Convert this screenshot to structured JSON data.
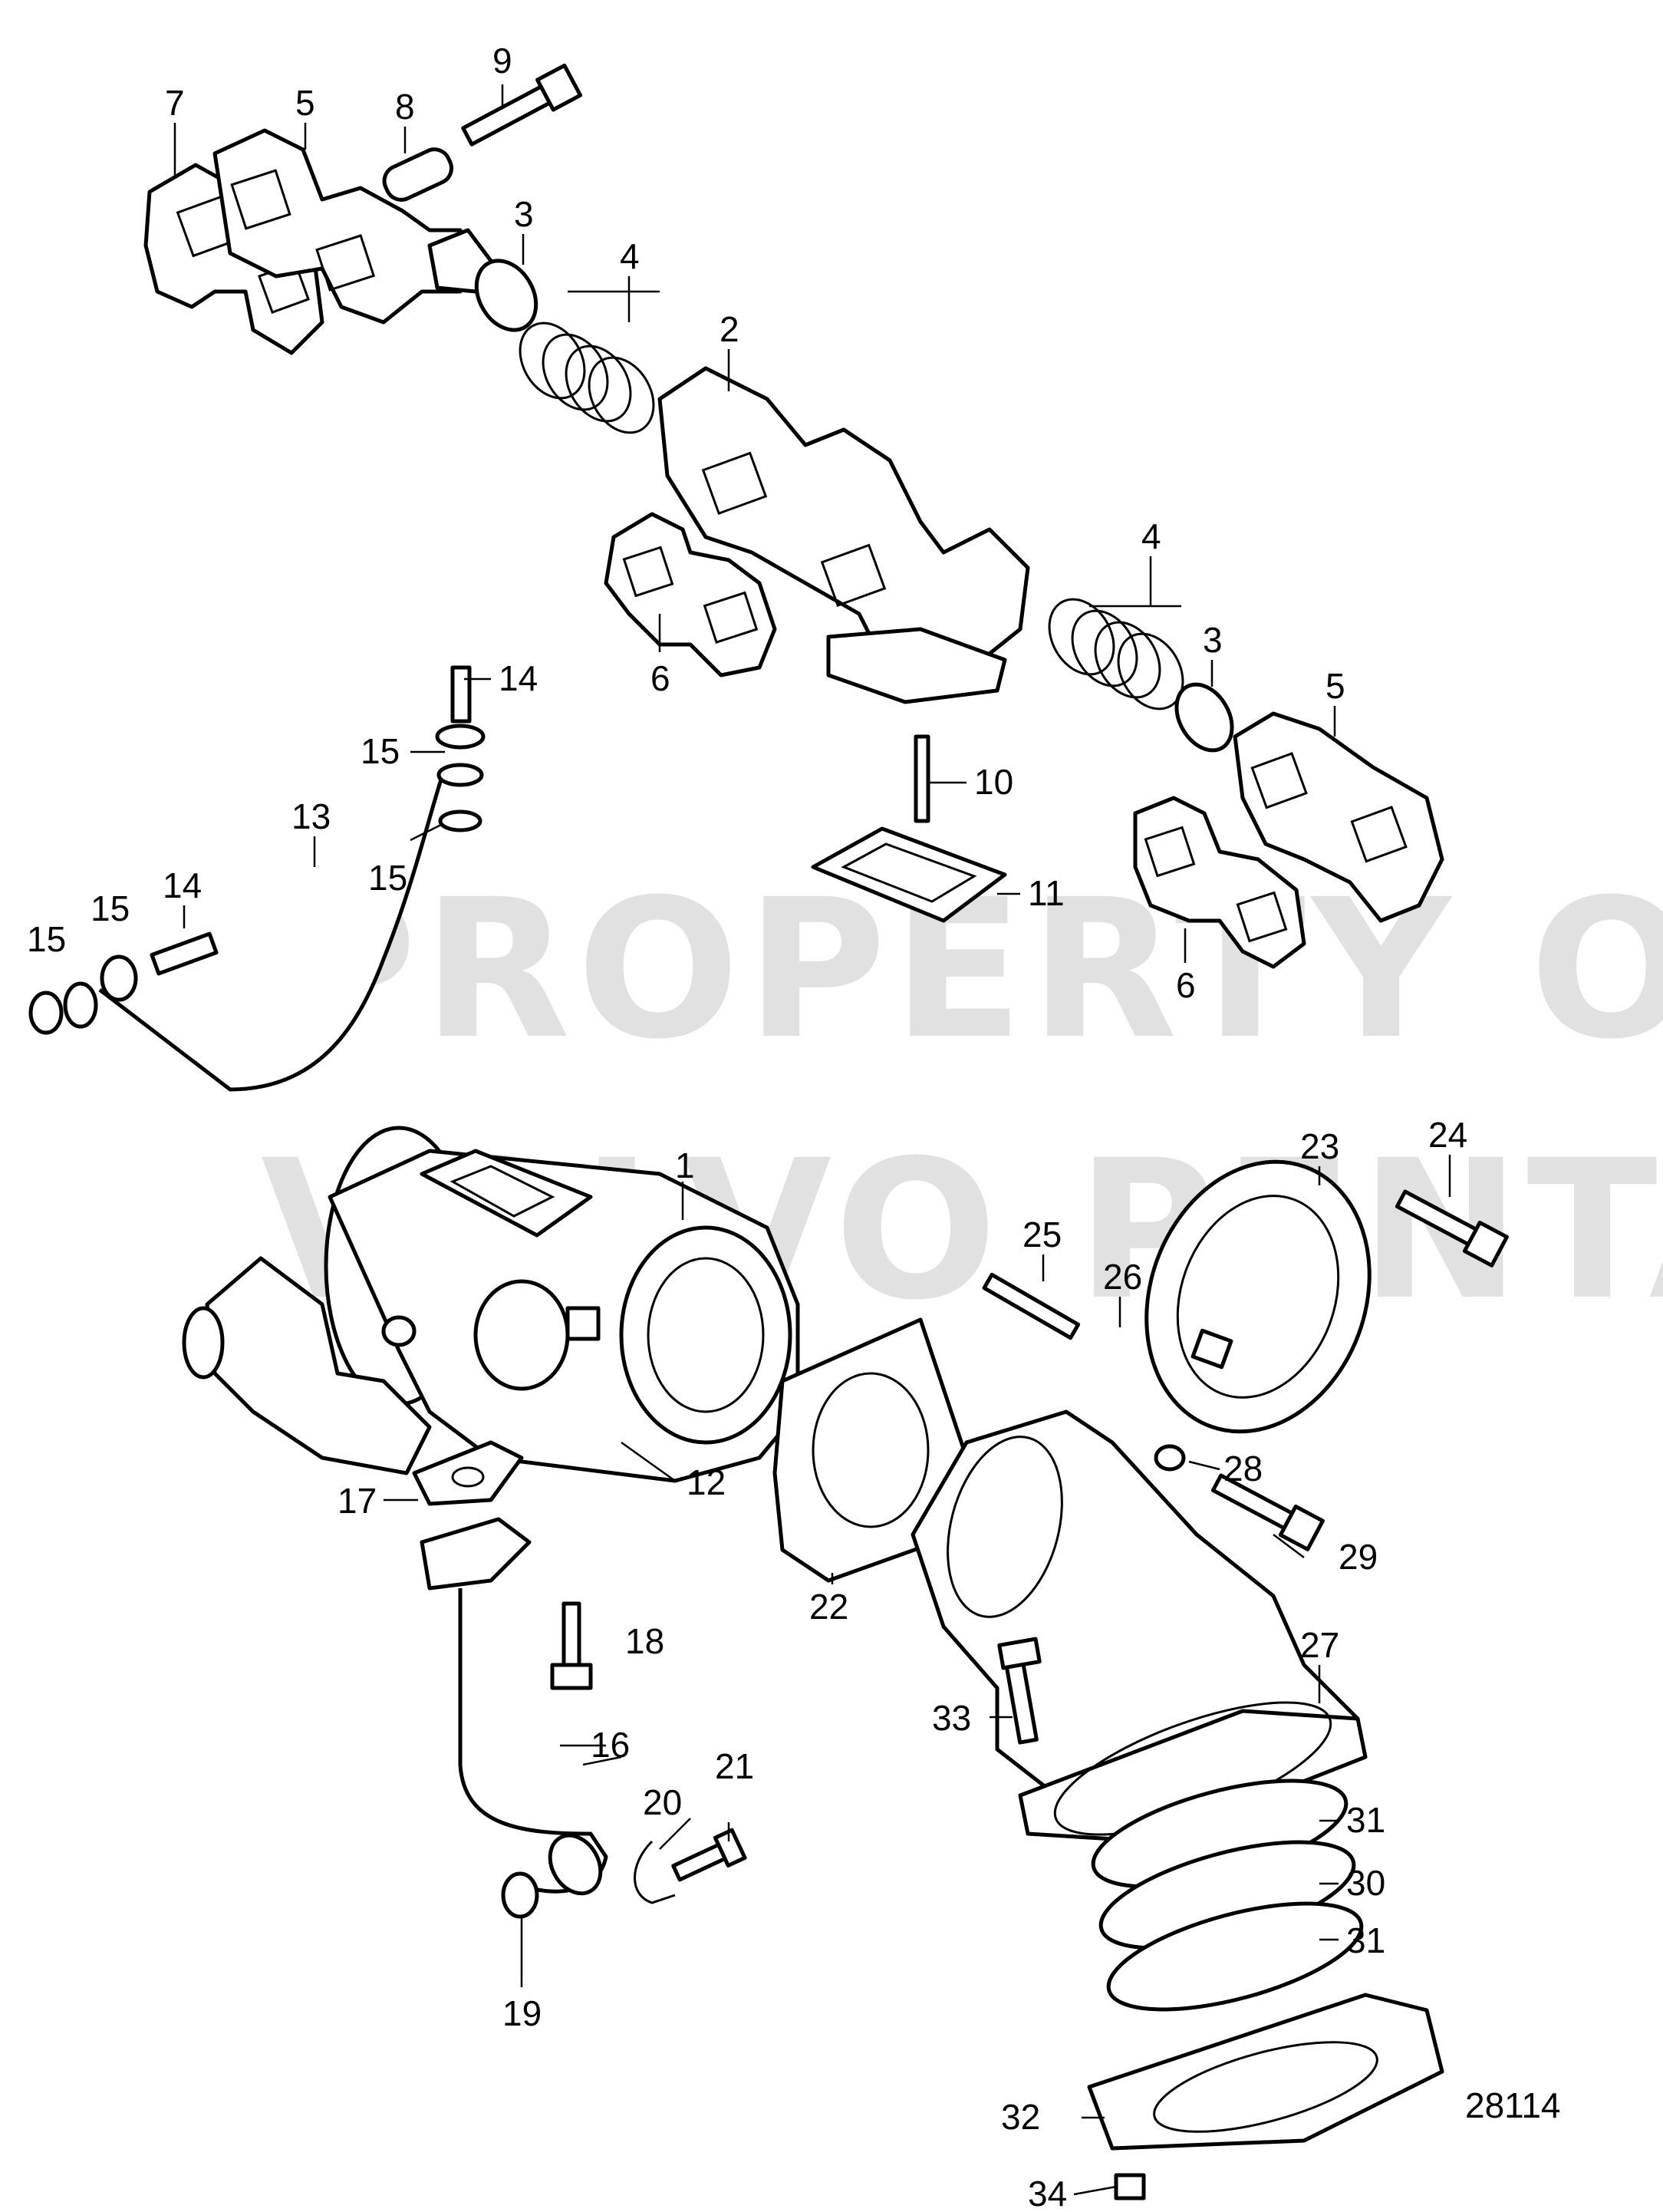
{
  "watermark": {
    "line1": "PROPERTY OF",
    "line2": "VOLVO PENTA"
  },
  "figure_number": "28114",
  "callouts": [
    {
      "id": "c1",
      "label": "1"
    },
    {
      "id": "c2",
      "label": "2"
    },
    {
      "id": "c3a",
      "label": "3"
    },
    {
      "id": "c3b",
      "label": "3"
    },
    {
      "id": "c4a",
      "label": "4"
    },
    {
      "id": "c4b",
      "label": "4"
    },
    {
      "id": "c5a",
      "label": "5"
    },
    {
      "id": "c5b",
      "label": "5"
    },
    {
      "id": "c6a",
      "label": "6"
    },
    {
      "id": "c6b",
      "label": "6"
    },
    {
      "id": "c7",
      "label": "7"
    },
    {
      "id": "c8",
      "label": "8"
    },
    {
      "id": "c9",
      "label": "9"
    },
    {
      "id": "c10",
      "label": "10"
    },
    {
      "id": "c11",
      "label": "11"
    },
    {
      "id": "c12",
      "label": "12"
    },
    {
      "id": "c13",
      "label": "13"
    },
    {
      "id": "c14a",
      "label": "14"
    },
    {
      "id": "c14b",
      "label": "14"
    },
    {
      "id": "c15a",
      "label": "15"
    },
    {
      "id": "c15b",
      "label": "15"
    },
    {
      "id": "c15c",
      "label": "15"
    },
    {
      "id": "c15d",
      "label": "15"
    },
    {
      "id": "c16",
      "label": "16"
    },
    {
      "id": "c17",
      "label": "17"
    },
    {
      "id": "c18",
      "label": "18"
    },
    {
      "id": "c19",
      "label": "19"
    },
    {
      "id": "c20",
      "label": "20"
    },
    {
      "id": "c21",
      "label": "21"
    },
    {
      "id": "c22",
      "label": "22"
    },
    {
      "id": "c23",
      "label": "23"
    },
    {
      "id": "c24",
      "label": "24"
    },
    {
      "id": "c25",
      "label": "25"
    },
    {
      "id": "c26",
      "label": "26"
    },
    {
      "id": "c27",
      "label": "27"
    },
    {
      "id": "c28",
      "label": "28"
    },
    {
      "id": "c29",
      "label": "29"
    },
    {
      "id": "c30",
      "label": "30"
    },
    {
      "id": "c31a",
      "label": "31"
    },
    {
      "id": "c31b",
      "label": "31"
    },
    {
      "id": "c32",
      "label": "32"
    },
    {
      "id": "c33",
      "label": "33"
    },
    {
      "id": "c34",
      "label": "34"
    }
  ]
}
